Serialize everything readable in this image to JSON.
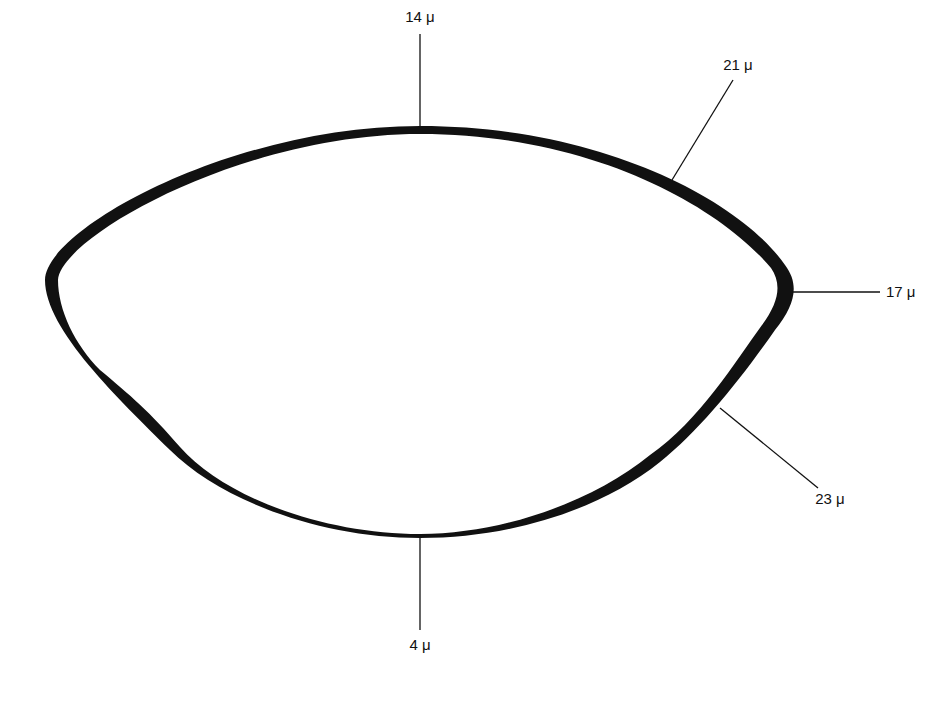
{
  "diagram": {
    "labels": [
      "14 μ",
      "21 μ",
      "17 μ",
      "23 μ",
      "4 μ"
    ]
  }
}
